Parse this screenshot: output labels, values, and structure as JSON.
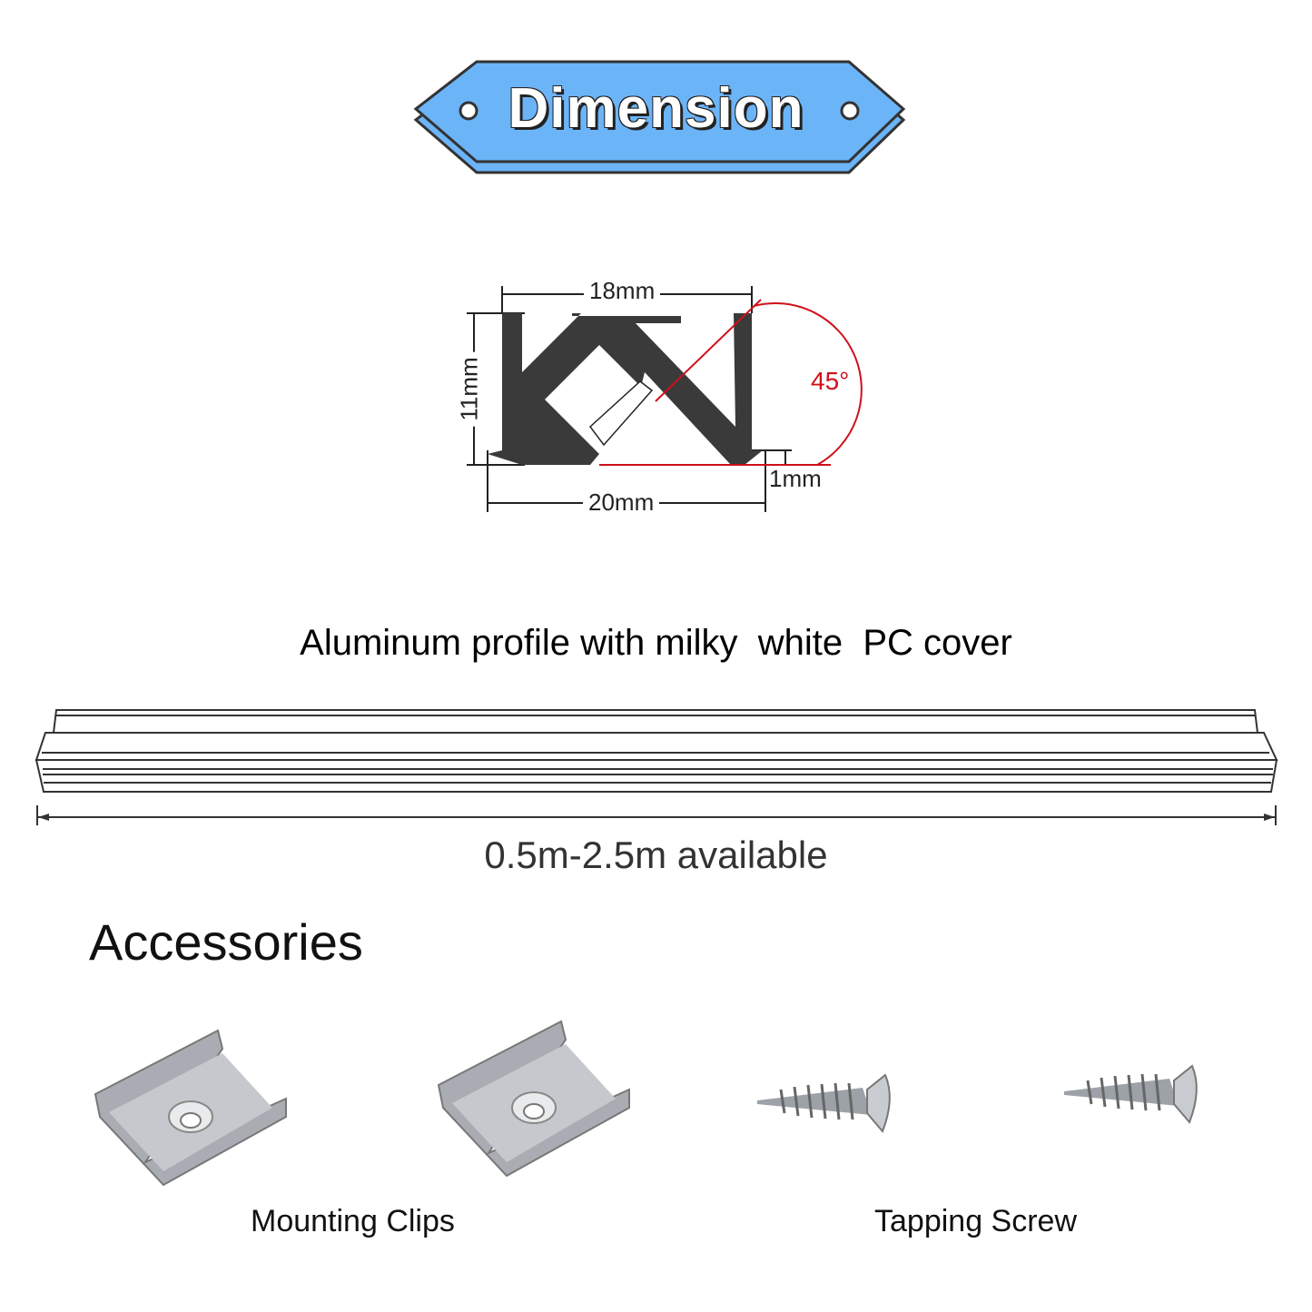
{
  "banner": {
    "title": "Dimension",
    "color": "#6cb4f8"
  },
  "cross_section": {
    "top_width": "18mm",
    "bottom_width": "20mm",
    "height": "11mm",
    "lip": "1mm",
    "angle": "45°",
    "angle_color": "#d0101a"
  },
  "profile": {
    "title": "Aluminum profile with milky  white  PC cover",
    "length": "0.5m-2.5m available"
  },
  "accessories": {
    "title": "Accessories",
    "items": [
      {
        "label": "Mounting Clips",
        "icon": "mounting-clip-icon"
      },
      {
        "label": "Tapping Screw",
        "icon": "tapping-screw-icon"
      }
    ]
  }
}
